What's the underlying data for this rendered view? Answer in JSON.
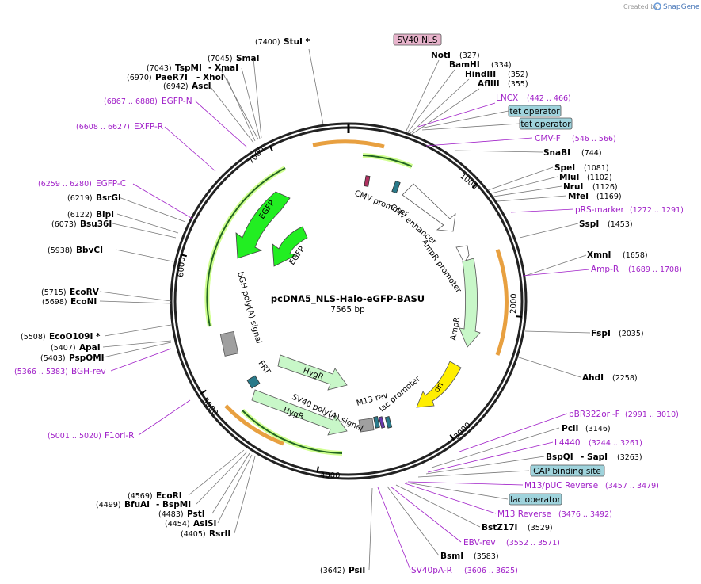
{
  "branding": {
    "prefix": "Created by",
    "name": "SnapGene"
  },
  "map": {
    "name": "pcDNA5_NLS-Halo-eGFP-BASU",
    "size_label": "7565 bp",
    "length": 7565
  },
  "ticks": [
    "1000",
    "2000",
    "3000",
    "4000",
    "5000",
    "6000",
    "7000"
  ],
  "enzymes": [
    {
      "name": "StuI *",
      "pos": ""
    },
    {
      "name": "NotI",
      "pos": "(327)"
    },
    {
      "name": "BamHI",
      "pos": "(334)"
    },
    {
      "name": "HindIII",
      "pos": "(352)"
    },
    {
      "name": "AflIII",
      "pos": "(355)"
    },
    {
      "name": "SnaBI",
      "pos": "(744)"
    },
    {
      "name": "SpeI",
      "pos": "(1081)"
    },
    {
      "name": "MluI",
      "pos": "(1102)"
    },
    {
      "name": "NruI",
      "pos": "(1126)"
    },
    {
      "name": "MfeI",
      "pos": "(1169)"
    },
    {
      "name": "SspI",
      "pos": "(1453)"
    },
    {
      "name": "XmnI",
      "pos": "(1658)"
    },
    {
      "name": "FspI",
      "pos": "(2035)"
    },
    {
      "name": "AhdI",
      "pos": "(2258)"
    },
    {
      "name": "PciI",
      "pos": "(3146)"
    },
    {
      "name": "BspQI",
      "pos": ""
    },
    {
      "name": "- SapI",
      "pos": "(3263)"
    },
    {
      "name": "BstZ17I",
      "pos": "(3529)"
    },
    {
      "name": "BsmI",
      "pos": "(3583)"
    },
    {
      "name": "PsiI",
      "pos": "(3642)"
    },
    {
      "name": "RsrII",
      "pos": "(4405)"
    },
    {
      "name": "AsiSI",
      "pos": "(4454)"
    },
    {
      "name": "PstI",
      "pos": "(4483)"
    },
    {
      "name": "BfuAI",
      "pos": "(4499)"
    },
    {
      "name": "- BspMI",
      "pos": ""
    },
    {
      "name": "EcoRI",
      "pos": "(4569)"
    },
    {
      "name": "PspOMI",
      "pos": "(5403)"
    },
    {
      "name": "ApaI",
      "pos": "(5407)"
    },
    {
      "name": "EcoO109I *",
      "pos": "(5508)"
    },
    {
      "name": "EcoNI",
      "pos": "(5698)"
    },
    {
      "name": "EcoRV",
      "pos": "(5715)"
    },
    {
      "name": "BbvCI",
      "pos": "(5938)"
    },
    {
      "name": "Bsu36I",
      "pos": "(6073)"
    },
    {
      "name": "BlpI",
      "pos": "(6122)"
    },
    {
      "name": "BsrGI",
      "pos": "(6219)"
    },
    {
      "name": "AscI",
      "pos": "(6942)"
    },
    {
      "name": "PaeR7I",
      "pos": "(6970)"
    },
    {
      "name": "- XhoI",
      "pos": ""
    },
    {
      "name": "TspMI",
      "pos": "(7043)"
    },
    {
      "name": "- XmaI",
      "pos": ""
    },
    {
      "name": "SmaI",
      "pos": "(7045)"
    },
    {
      "name": "StuI *",
      "pos": "(7400)"
    }
  ],
  "primers": [
    {
      "name": "LNCX",
      "pos": "(442 .. 466)"
    },
    {
      "name": "CMV-F",
      "pos": "(546 .. 566)"
    },
    {
      "name": "pRS-marker",
      "pos": "(1272 .. 1291)"
    },
    {
      "name": "Amp-R",
      "pos": "(1689 .. 1708)"
    },
    {
      "name": "pBR322ori-F",
      "pos": "(2991 .. 3010)"
    },
    {
      "name": "L4440",
      "pos": "(3244 .. 3261)"
    },
    {
      "name": "M13/pUC Reverse",
      "pos": "(3457 .. 3479)"
    },
    {
      "name": "M13 Reverse",
      "pos": "(3476 .. 3492)"
    },
    {
      "name": "EBV-rev",
      "pos": "(3552 .. 3571)"
    },
    {
      "name": "SV40pA-R",
      "pos": "(3606 .. 3625)"
    },
    {
      "name": "F1ori-R",
      "pos": "(5001 .. 5020)"
    },
    {
      "name": "BGH-rev",
      "pos": "(5366 .. 5383)"
    },
    {
      "name": "EGFP-C",
      "pos": "(6259 .. 6280)"
    },
    {
      "name": "EXFP-R",
      "pos": "(6608 .. 6627)"
    },
    {
      "name": "EGFP-N",
      "pos": "(6867 .. 6888)"
    }
  ],
  "boxed_features": [
    {
      "name": "SV40 NLS",
      "color": "#e8b4cc"
    },
    {
      "name": "tet operator",
      "color": "#9fd3dc"
    },
    {
      "name": "tet operator",
      "color": "#9fd3dc"
    },
    {
      "name": "CAP binding site",
      "color": "#9fd3dc"
    },
    {
      "name": "lac operator",
      "color": "#9fd3dc"
    }
  ],
  "inner_features": [
    {
      "name": "CMV promoter",
      "color": "#ffffff"
    },
    {
      "name": "CMV enhancer",
      "color": "#ffffff"
    },
    {
      "name": "AmpR promoter",
      "color": "#ffffff"
    },
    {
      "name": "AmpR",
      "color": "#c8f7c8"
    },
    {
      "name": "ori",
      "color": "#ffee00"
    },
    {
      "name": "lac promoter",
      "color": "#ffffff"
    },
    {
      "name": "M13 rev",
      "color": "#a0a0a0"
    },
    {
      "name": "SV40 poly(A) signal",
      "color": "#a0a0a0"
    },
    {
      "name": "HygR",
      "color": "#c8f7c8"
    },
    {
      "name": "HygR",
      "color": "#c8f7c8"
    },
    {
      "name": "FRT",
      "color": "#2a7a8a"
    },
    {
      "name": "bGH poly(A) signal",
      "color": "#a0a0a0"
    },
    {
      "name": "EGFP",
      "color": "#22ee22"
    },
    {
      "name": "EGFP",
      "color": "#22ee22"
    }
  ],
  "colors": {
    "primer": "#a020c8",
    "orf_outline": "#e8a040",
    "orf_glow": "#d0ff90",
    "ring": "#222222"
  }
}
